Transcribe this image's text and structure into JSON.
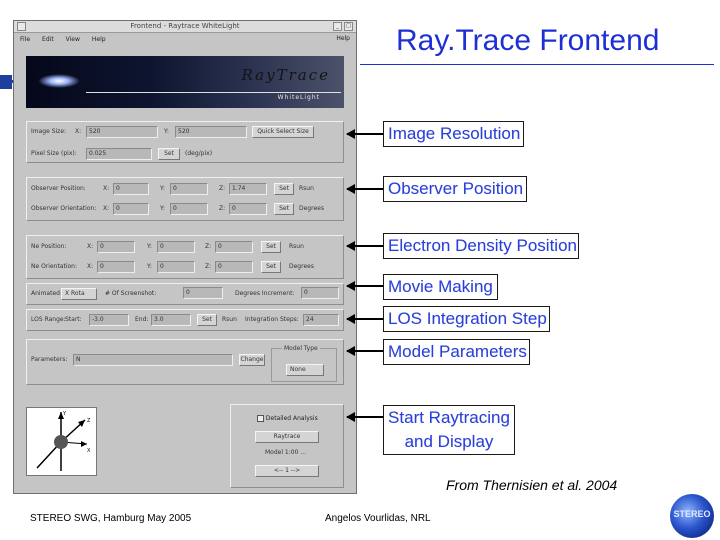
{
  "slide": {
    "title": "Ray.Trace Frontend",
    "citation": "From Thernisien et al. 2004",
    "footer_left": "STEREO SWG, Hamburg May 2005",
    "footer_center": "Angelos Vourlidas, NRL",
    "seal_text": "STEREO"
  },
  "app": {
    "window_title": "Frontend - Raytrace WhiteLight",
    "menu": [
      "File",
      "Edit",
      "View",
      "Help"
    ],
    "menu_right": "Help",
    "banner": {
      "logo": "RayTrace",
      "subtitle": "WhiteLight"
    },
    "image": {
      "label": "Image Size:",
      "x_label": "X:",
      "x_value": "520",
      "y_label": "Y:",
      "y_value": "520",
      "button": "Quick Select Size",
      "pixel_label": "Pixel Size (pix):",
      "pixel_value": "0.025",
      "set_button": "Set",
      "pixel_unit": "(deg/pix)"
    },
    "observer": {
      "pos_label": "Observer Position:",
      "pos": {
        "x_label": "X:",
        "x": "0",
        "y_label": "Y:",
        "y": "0",
        "z_label": "Z:",
        "z": "1.74",
        "set": "Set",
        "unit": "Rsun"
      },
      "orient_label": "Observer Orientation:",
      "orient": {
        "x_label": "X:",
        "x": "0",
        "y_label": "Y:",
        "y": "0",
        "z_label": "Z:",
        "z": "0",
        "set": "Set",
        "unit": "Degrees"
      }
    },
    "density": {
      "pos_label": "Ne Position:",
      "pos": {
        "x_label": "X:",
        "x": "0",
        "y_label": "Y:",
        "y": "0",
        "z_label": "Z:",
        "z": "0",
        "set": "Set",
        "unit": "Rsun"
      },
      "orient_label": "Ne Orientation:",
      "orient": {
        "x_label": "X:",
        "x": "0",
        "y_label": "Y:",
        "y": "0",
        "z_label": "Z:",
        "z": "0",
        "set": "Set",
        "unit": "Degrees"
      }
    },
    "movie": {
      "label": "Animated:",
      "select": "X Rota",
      "frames_label": "# Of Screenshot:",
      "frames_value": "0",
      "increment_label": "Degrees Increment:",
      "increment_value": "0"
    },
    "los": {
      "label": "LOS Range:",
      "start_label": "Start:",
      "start_value": "-3.0",
      "end_label": "End:",
      "end_value": "3.0",
      "set": "Set",
      "unit": "Rsun",
      "steps_label": "Integration Steps:",
      "steps_value": "24"
    },
    "model": {
      "label": "Parameters:",
      "value": "N",
      "change": "Change",
      "type_label": "Model Type",
      "type_value": "None"
    },
    "start": {
      "checkbox": "Detailed Analysis",
      "button": "Raytrace",
      "status": "Model 1:00 ...",
      "nav": "<-- 1 -->"
    },
    "axes": {
      "x": "X",
      "y": "Y",
      "z": "Z"
    }
  },
  "callouts": [
    "Image Resolution",
    "Observer Position",
    "Electron Density Position",
    "Movie Making",
    "LOS Integration Step",
    "Model Parameters",
    "Start Raytracing and Display"
  ],
  "colors": {
    "title": "#1e2fd6",
    "callout_text": "#2a3fd6",
    "banner_dark": "#05081a",
    "window": "#c5c5c5"
  }
}
